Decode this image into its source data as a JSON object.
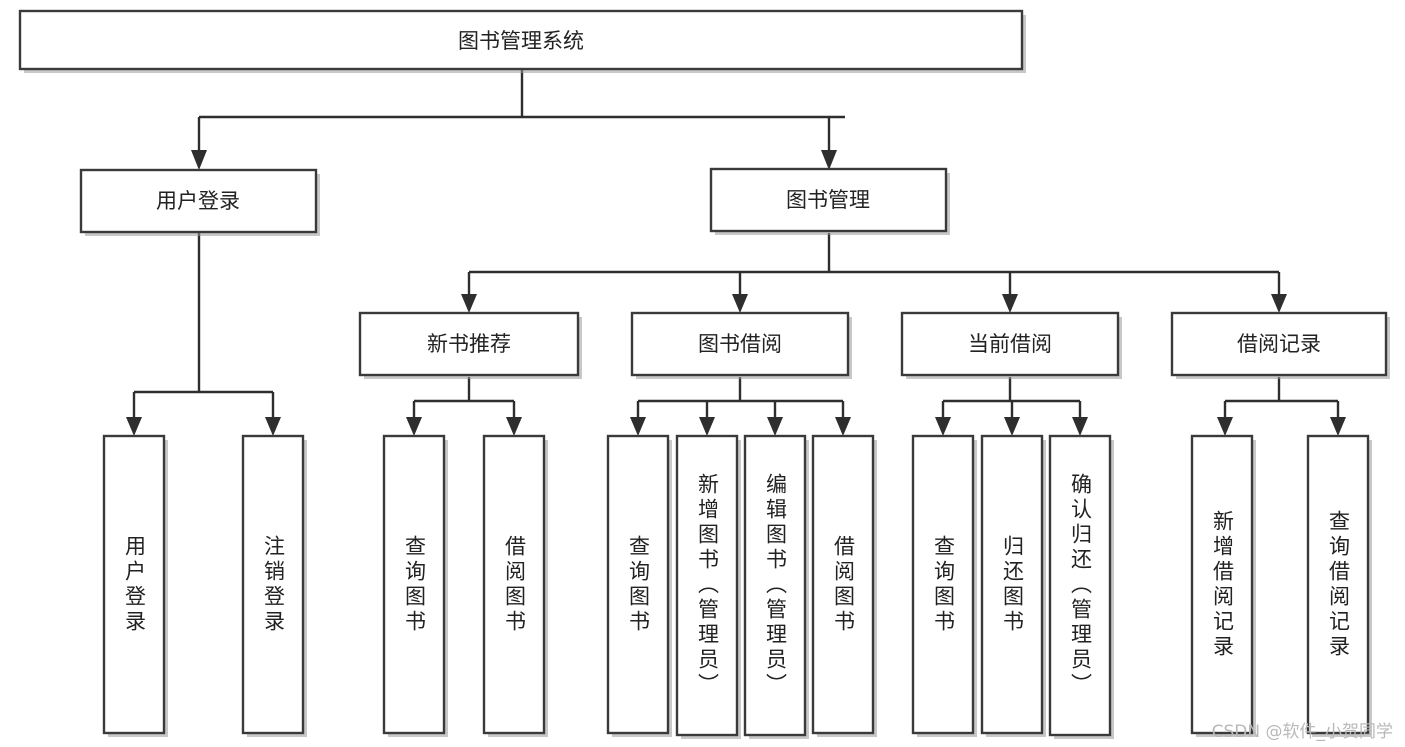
{
  "diagram": {
    "type": "tree-hierarchy-flowchart",
    "title": "图书管理系统",
    "watermark": "CSDN @软件_小贺同学",
    "colors": {
      "box_stroke": "#3a3a3a",
      "box_fill": "#ffffff",
      "edge": "#2e2e2e",
      "text": "#222222",
      "watermark": "#b9b9b9",
      "background": "#ffffff"
    },
    "root": {
      "label": "图书管理系统",
      "orientation": "horizontal"
    },
    "level1": [
      {
        "label": "用户登录",
        "orientation": "horizontal"
      },
      {
        "label": "图书管理",
        "orientation": "horizontal"
      }
    ],
    "level2": [
      {
        "label": "新书推荐",
        "orientation": "horizontal",
        "parent": "图书管理"
      },
      {
        "label": "图书借阅",
        "orientation": "horizontal",
        "parent": "图书管理"
      },
      {
        "label": "当前借阅",
        "orientation": "horizontal",
        "parent": "图书管理"
      },
      {
        "label": "借阅记录",
        "orientation": "horizontal",
        "parent": "图书管理"
      }
    ],
    "leaves": {
      "user_login": [
        {
          "label": "用户登录",
          "orientation": "vertical"
        },
        {
          "label": "注销登录",
          "orientation": "vertical"
        }
      ],
      "new_book_recommend": [
        {
          "label": "查询图书",
          "orientation": "vertical"
        },
        {
          "label": "借阅图书",
          "orientation": "vertical"
        }
      ],
      "book_borrow": [
        {
          "label": "查询图书",
          "orientation": "vertical"
        },
        {
          "label": "新增图书（管理员）",
          "orientation": "vertical"
        },
        {
          "label": "编辑图书（管理员）",
          "orientation": "vertical"
        },
        {
          "label": "借阅图书",
          "orientation": "vertical"
        }
      ],
      "current_borrow": [
        {
          "label": "查询图书",
          "orientation": "vertical"
        },
        {
          "label": "归还图书",
          "orientation": "vertical"
        },
        {
          "label": "确认归还（管理员）",
          "orientation": "vertical"
        }
      ],
      "borrow_record": [
        {
          "label": "新增借阅记录",
          "orientation": "vertical"
        },
        {
          "label": "查询借阅记录",
          "orientation": "vertical"
        }
      ]
    }
  }
}
